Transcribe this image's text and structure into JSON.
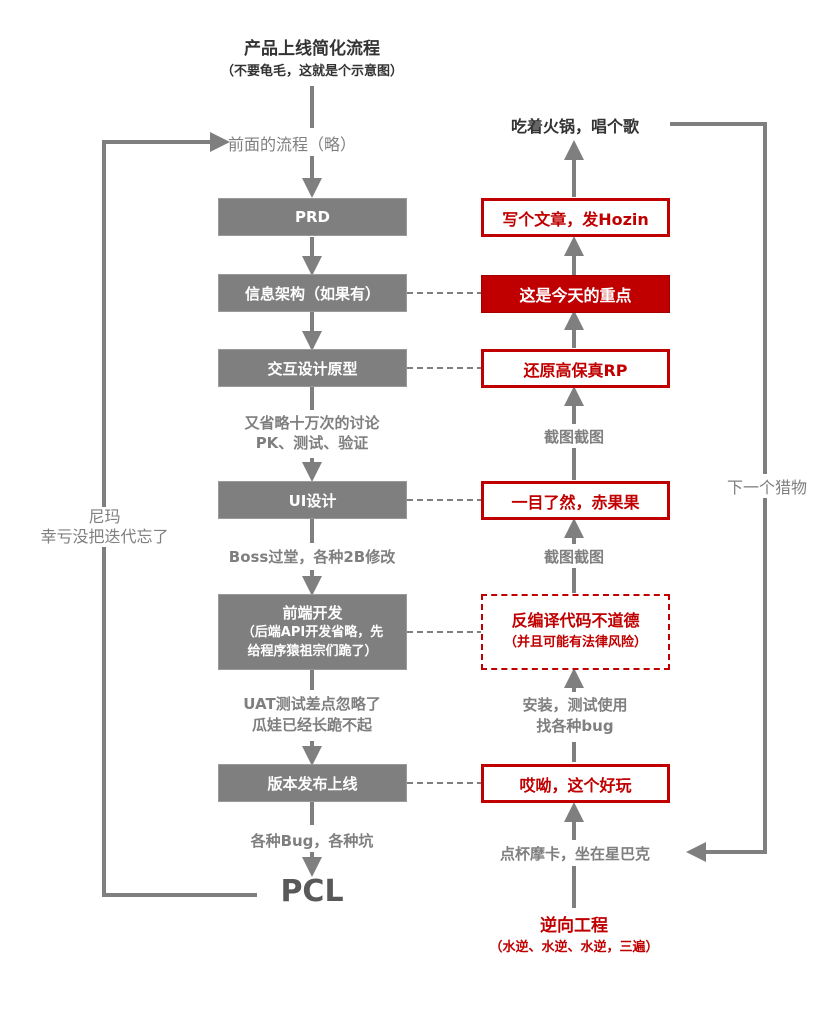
{
  "title": "产品上线简化流程",
  "subtitle": "（不要龟毛，这就是个示意图）",
  "colors": {
    "gray": "#7f7f7f",
    "red": "#c00000",
    "dark": "#333333"
  },
  "left_flow": {
    "start_label": "前面的流程（略）",
    "prd": "PRD",
    "ia": "信息架构（如果有）",
    "interaction": "交互设计原型",
    "note_discuss_1": "又省略十万次的讨论",
    "note_discuss_2": "PK、测试、验证",
    "ui": "UI设计",
    "note_boss": "Boss过堂，各种2B修改",
    "frontend_title": "前端开发",
    "frontend_sub_1": "（后端API开发省略，先",
    "frontend_sub_2": "给程序猿祖宗们跪了）",
    "note_uat_1": "UAT测试差点忽略了",
    "note_uat_2": "瓜娃已经长跪不起",
    "release": "版本发布上线",
    "note_bugs": "各种Bug，各种坑",
    "pcl": "PCL",
    "loop_label_1": "尼玛",
    "loop_label_2": "幸亏没把迭代忘了"
  },
  "right_flow": {
    "top_label": "吃着火锅，唱个歌",
    "write_article": "写个文章，发Hozin",
    "focus": "这是今天的重点",
    "restore_rp": "还原高保真RP",
    "screenshot_1": "截图截图",
    "clear": "一目了然，赤果果",
    "screenshot_2": "截图截图",
    "decompile_title": "反编译代码不道德",
    "decompile_sub": "（并且可能有法律风险）",
    "install_1": "安装，测试使用",
    "install_2": "找各种bug",
    "fun": "哎呦，这个好玩",
    "coffee": "点杯摩卡，坐在星巴克",
    "reverse_title": "逆向工程",
    "reverse_sub": "（水逆、水逆、水逆，三遍）",
    "loop_label": "下一个猎物"
  }
}
